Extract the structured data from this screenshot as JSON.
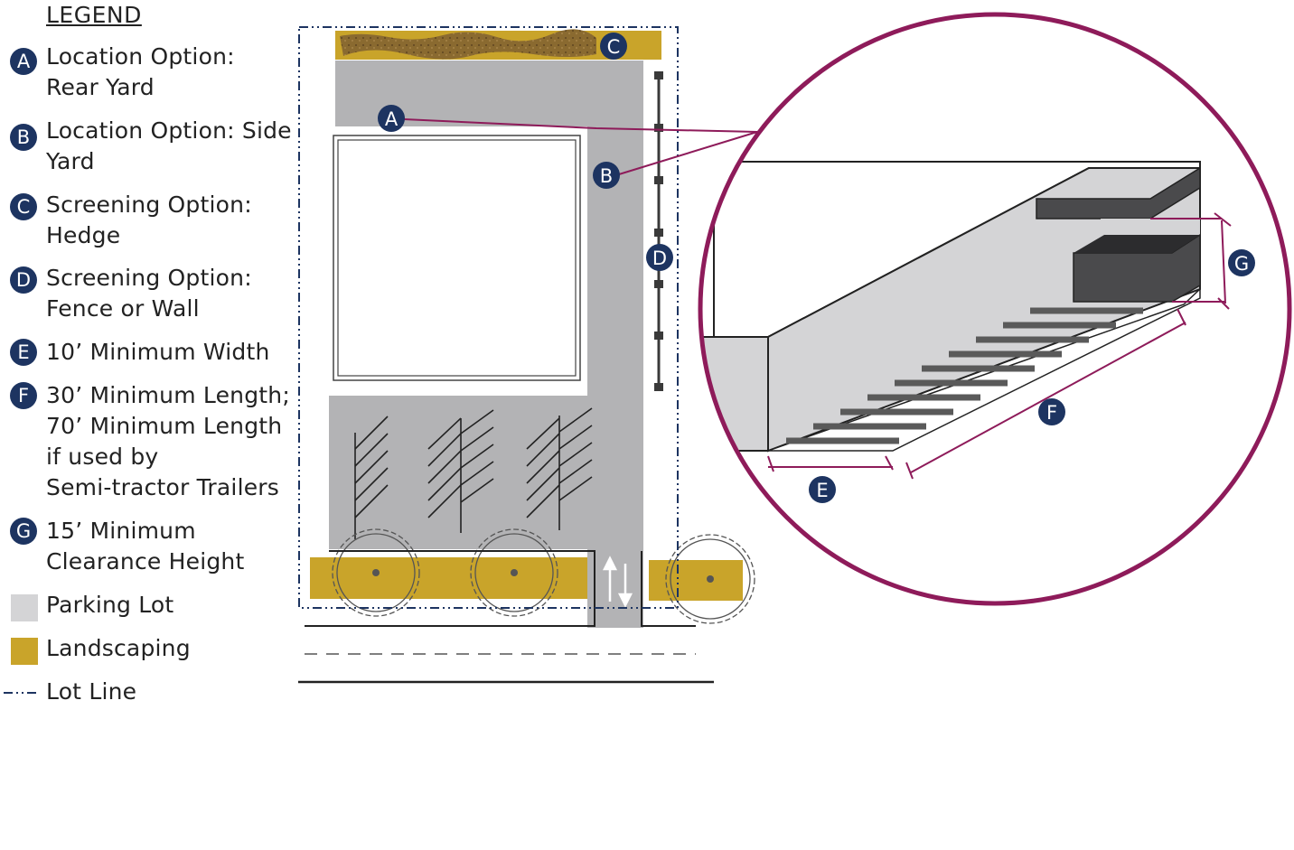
{
  "legend": {
    "title": "LEGEND",
    "items": [
      {
        "key": "A",
        "lines": [
          "Location Option:",
          "Rear Yard"
        ]
      },
      {
        "key": "B",
        "lines": [
          "Location Option: Side",
          "Yard"
        ]
      },
      {
        "key": "C",
        "lines": [
          "Screening Option:",
          "Hedge"
        ]
      },
      {
        "key": "D",
        "lines": [
          "Screening Option:",
          "Fence or Wall"
        ]
      },
      {
        "key": "E",
        "lines": [
          "10’ Minimum Width"
        ]
      },
      {
        "key": "F",
        "lines": [
          "30’ Minimum Length;",
          "70’  Minimum Length",
          "if used by",
          "Semi-tractor Trailers"
        ]
      },
      {
        "key": "G",
        "lines": [
          "15’ Minimum",
          "Clearance Height"
        ]
      }
    ],
    "swatches": [
      {
        "label": "Parking Lot",
        "color": "#d4d4d6"
      },
      {
        "label": "Landscaping",
        "color": "#c9a42a"
      }
    ],
    "lot_line_label": "Lot Line"
  },
  "plan_labels": {
    "a": "A",
    "b": "B",
    "c": "C",
    "d": "D"
  },
  "detail_labels": {
    "e": "E",
    "f": "F",
    "g": "G"
  },
  "colors": {
    "badge": "#1d3461",
    "parking": "#b3b3b5",
    "landscaping": "#c9a42a",
    "hedge": "#8a6a30",
    "callout": "#8e1b5a",
    "lot_line": "#1d3461"
  }
}
